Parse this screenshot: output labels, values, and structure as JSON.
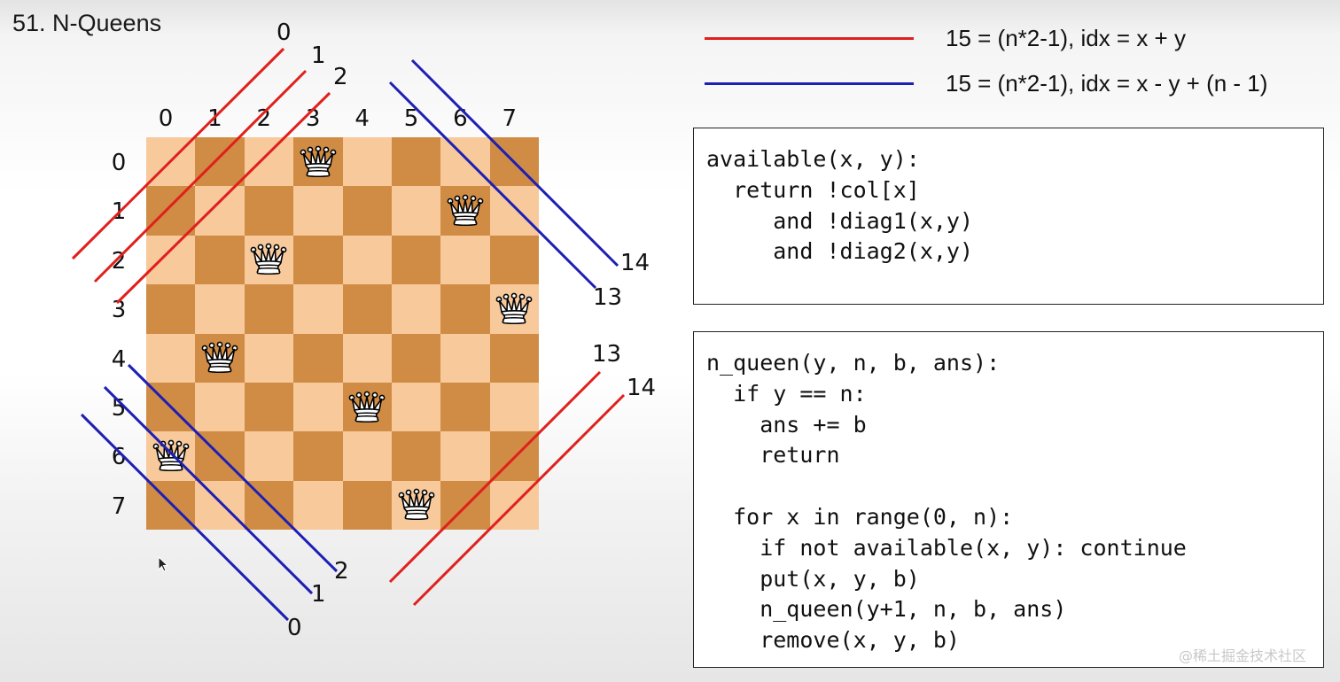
{
  "title": "51. N-Queens",
  "board": {
    "size": 8,
    "col_labels": [
      "0",
      "1",
      "2",
      "3",
      "4",
      "5",
      "6",
      "7"
    ],
    "row_labels": [
      "0",
      "1",
      "2",
      "3",
      "4",
      "5",
      "6",
      "7"
    ],
    "queens": [
      {
        "row": 0,
        "col": 3
      },
      {
        "row": 1,
        "col": 6
      },
      {
        "row": 2,
        "col": 2
      },
      {
        "row": 3,
        "col": 7
      },
      {
        "row": 4,
        "col": 1
      },
      {
        "row": 5,
        "col": 4
      },
      {
        "row": 6,
        "col": 0
      },
      {
        "row": 7,
        "col": 5
      }
    ]
  },
  "diagonal_labels": {
    "red_top": [
      "0",
      "1",
      "2"
    ],
    "blue_top": [
      "14",
      "13"
    ],
    "blue_bottom": [
      "2",
      "1",
      "0"
    ],
    "red_bottom": [
      "13",
      "14"
    ]
  },
  "legend": {
    "red": {
      "color": "#e0201c",
      "text": "15 = (n*2-1), idx = x + y"
    },
    "blue": {
      "color": "#1d1fb5",
      "text": "15 = (n*2-1), idx = x - y + (n - 1)"
    }
  },
  "code": {
    "available": "available(x, y):\n  return !col[x]\n     and !diag1(x,y)\n     and !diag2(x,y)",
    "n_queen": "n_queen(y, n, b, ans):\n  if y == n:\n    ans += b\n    return\n\n  for x in range(0, n):\n    if not available(x, y): continue\n    put(x, y, b)\n    n_queen(y+1, n, b, ans)\n    remove(x, y, b)"
  },
  "watermark": "@稀土掘金技术社区"
}
